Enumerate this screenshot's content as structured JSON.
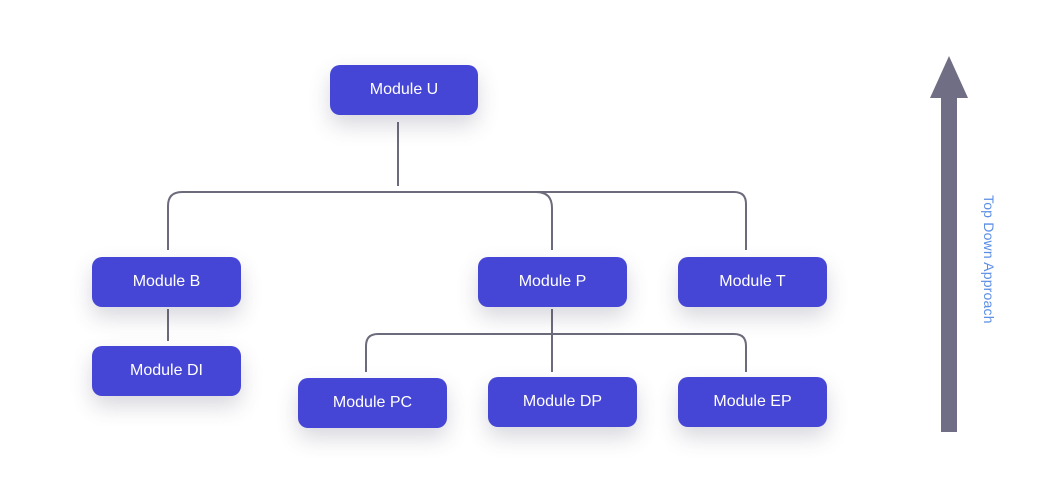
{
  "diagram": {
    "nodes": {
      "u": {
        "label": "Module U"
      },
      "b": {
        "label": "Module B"
      },
      "p": {
        "label": "Module P"
      },
      "t": {
        "label": "Module T"
      },
      "di": {
        "label": "Module DI"
      },
      "pc": {
        "label": "Module PC"
      },
      "dp": {
        "label": "Module DP"
      },
      "ep": {
        "label": "Module EP"
      }
    },
    "arrow": {
      "label": "Top Down Approach",
      "direction": "up"
    }
  },
  "colors": {
    "node_fill": "#4646d6",
    "node_text": "#ffffff",
    "connector": "#6b6b7b",
    "arrow": "#6f6e84",
    "arrow_label": "#5a8ee6"
  }
}
